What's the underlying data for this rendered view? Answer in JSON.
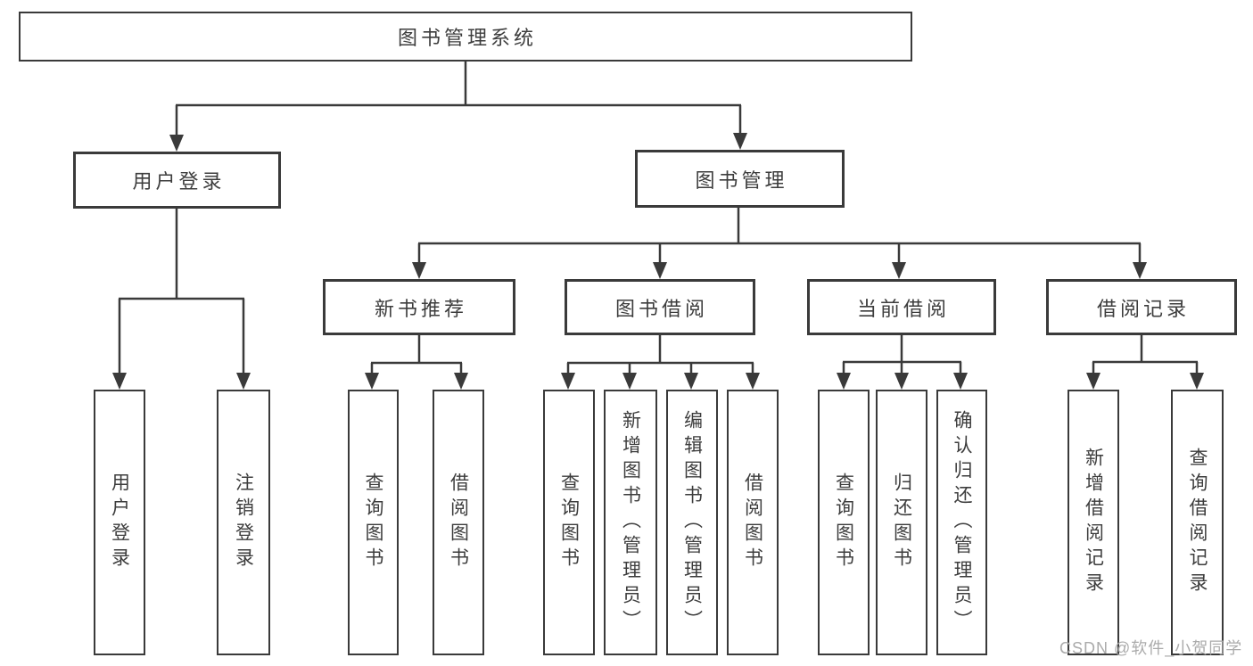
{
  "root": {
    "label": "图书管理系统"
  },
  "user_login": {
    "label": "用户登录",
    "children": [
      {
        "label": "用户登录"
      },
      {
        "label": "注销登录"
      }
    ]
  },
  "book_mgmt": {
    "label": "图书管理",
    "children": [
      {
        "label": "新书推荐",
        "children": [
          {
            "label": "查询图书"
          },
          {
            "label": "借阅图书"
          }
        ]
      },
      {
        "label": "图书借阅",
        "children": [
          {
            "label": "查询图书"
          },
          {
            "label": "新增图书（管理员）"
          },
          {
            "label": "编辑图书（管理员）"
          },
          {
            "label": "借阅图书"
          }
        ]
      },
      {
        "label": "当前借阅",
        "children": [
          {
            "label": "查询图书"
          },
          {
            "label": "归还图书"
          },
          {
            "label": "确认归还（管理员）"
          }
        ]
      },
      {
        "label": "借阅记录",
        "children": [
          {
            "label": "新增借阅记录"
          },
          {
            "label": "查询借阅记录"
          }
        ]
      }
    ]
  },
  "watermark": "CSDN @软件_小贺同学",
  "colors": {
    "line": "#3a3a3a",
    "text": "#3d3d3d",
    "watermark": "#ababab",
    "background": "#ffffff"
  }
}
